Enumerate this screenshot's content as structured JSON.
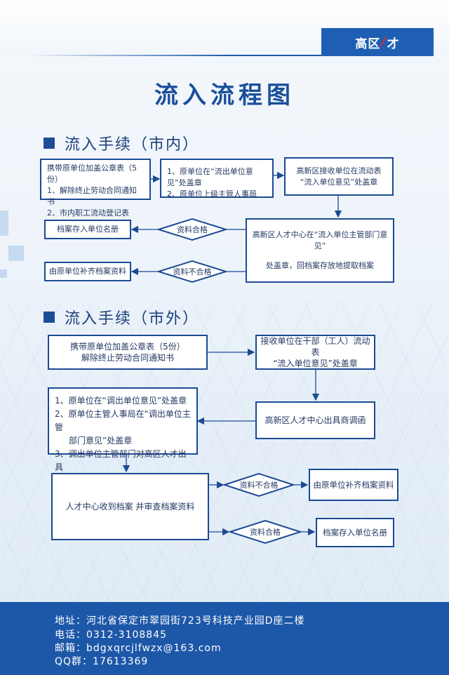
{
  "brand": {
    "left": "高区",
    "slash": "/",
    "right": "才"
  },
  "title": "流入流程图",
  "section1": {
    "heading": "流入手续（市内）",
    "box1": {
      "lines": [
        "携带原单位加盖公章表（5份）",
        "1、解除终止劳动合同通知书",
        "2、市内职工流动登记表"
      ]
    },
    "box2": {
      "lines": [
        "1、原单位在“流出单位意见”处盖章",
        "2、原单位上级主管人事局"
      ]
    },
    "box3": {
      "lines": [
        "高新区接收单位在流动表",
        "“流入单位意见”处盖章"
      ]
    },
    "box4": {
      "lines": [
        "高新区人才中心在“流入单位主管部门意见”",
        "处盖章，回档案存放地提取档案"
      ]
    },
    "diamond_ok": "资料合格",
    "diamond_bad": "资料不合格",
    "result_ok": "档案存入单位名册",
    "result_bad": "由原单位补齐档案资料"
  },
  "section2": {
    "heading": "流入手续（市外）",
    "box1": {
      "lines": [
        "携带原单位加盖公章表（5份）",
        "解除终止劳动合同通知书"
      ]
    },
    "box2": {
      "lines": [
        "接收单位在干部（工人）流动表",
        "“流入单位意见”处盖章"
      ]
    },
    "box3": {
      "lines": [
        "高新区人才中心出具商调函"
      ]
    },
    "box4": {
      "lines": [
        "1、原单位在“调出单位意见”处盖章",
        "2、原单位主管人事局在“调出单位主管",
        "部门意见”处盖章",
        "3、调出单位主管部门对高区人才出具"
      ]
    },
    "box5": {
      "lines": [
        "人才中心收到档案 并审查档案资料"
      ]
    },
    "diamond_bad": "资料不合格",
    "diamond_ok": "资料合格",
    "result_bad": "由原单位补齐档案资料",
    "result_ok": "档案存入单位名册"
  },
  "footer": {
    "address": "地址：河北省保定市翠园街723号科技产业园D座二楼",
    "phone": "电话：0312-3108845",
    "email": "邮箱：bdgxqrcjlfwzx@163.com",
    "qq": "QQ群：17613369"
  },
  "colors": {
    "primary": "#1c4a94",
    "footer": "#1d57a8",
    "accent": "#e6232b"
  }
}
